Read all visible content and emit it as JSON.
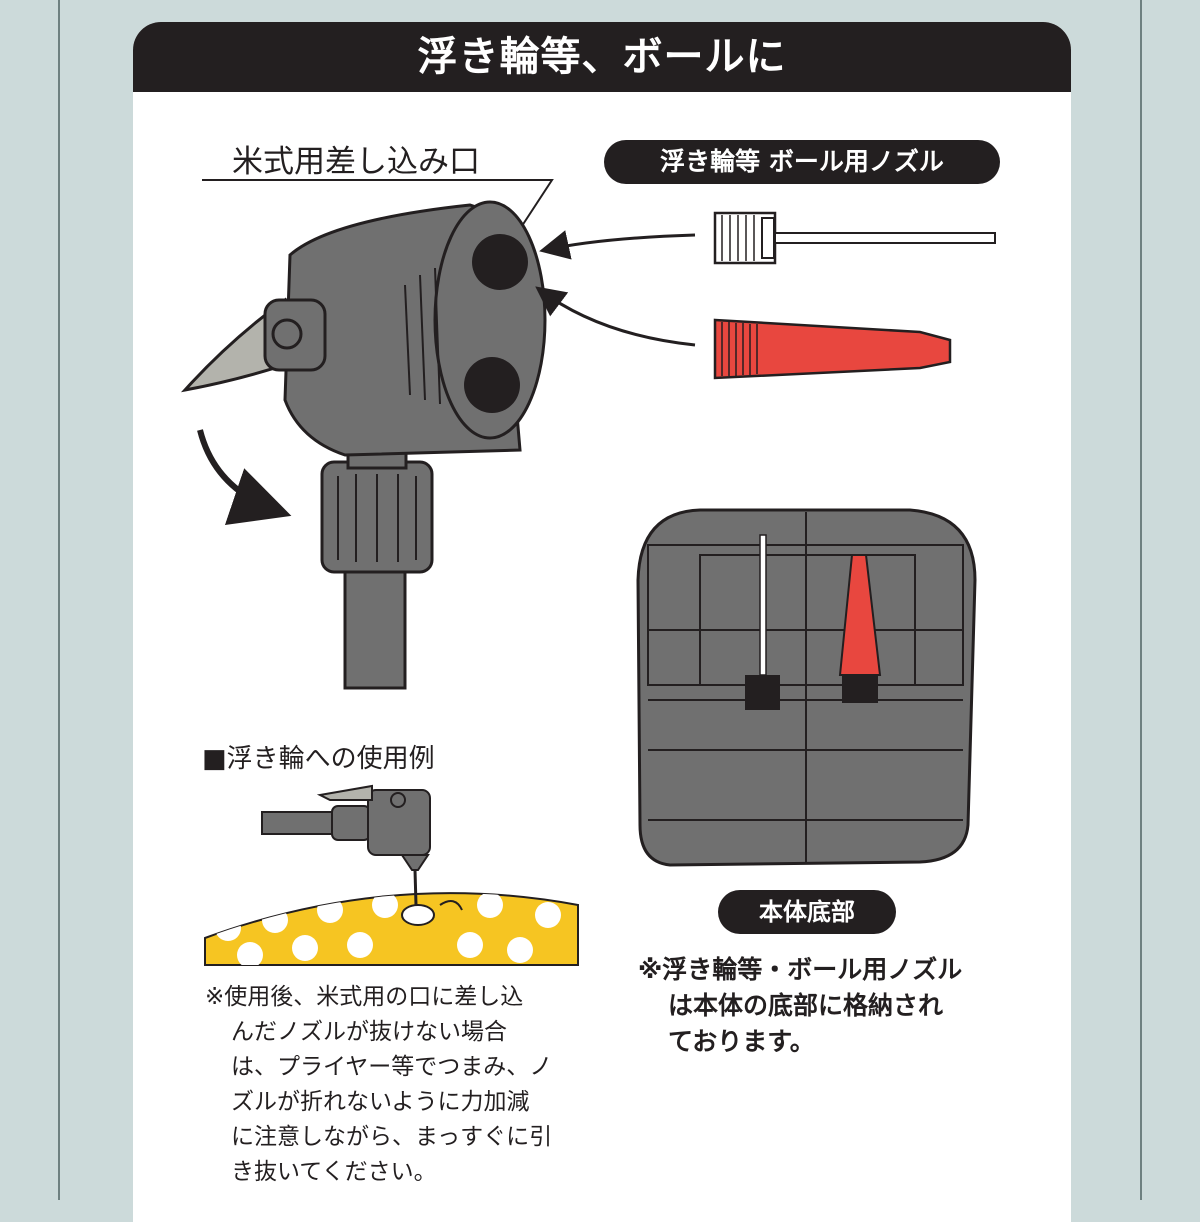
{
  "header": {
    "title": "浮き輪等、ボールに"
  },
  "labels": {
    "us_valve_port": "米式用差し込み口",
    "nozzle_title": "浮き輪等 ボール用ノズル",
    "example_title": "■浮き輪への使用例",
    "body_bottom": "本体底部"
  },
  "notes": {
    "usage_lines": [
      "※使用後、米式用の口に差し込",
      "んだノズルが抜けない場合",
      "は、プライヤー等でつまみ、ノ",
      "ズルが折れないように力加減",
      "に注意しながら、まっすぐに引",
      "き抜いてください。"
    ],
    "storage_lines": [
      "※浮き輪等・ボール用ノズル",
      "は本体の底部に格納され",
      "ております。"
    ]
  },
  "colors": {
    "background": "#ccdada",
    "header": "#231f20",
    "pump_gray": "#707070",
    "nozzle_red": "#e8473f",
    "float_yellow": "#f6c522"
  }
}
